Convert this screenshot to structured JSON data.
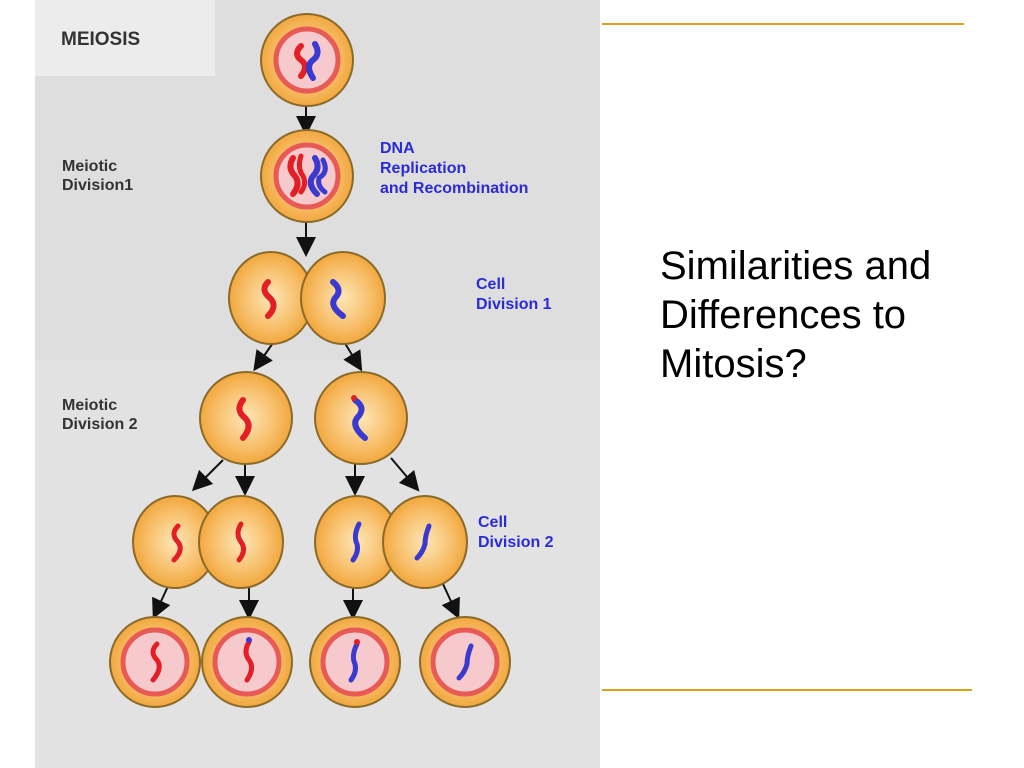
{
  "figure": {
    "title": "MEIOSIS",
    "stage_meiotic_1": [
      "Meiotic",
      "Division1"
    ],
    "stage_meiotic_2": [
      "Meiotic",
      "Division 2"
    ],
    "step_dna": [
      "DNA",
      "Replication",
      "and Recombination"
    ],
    "step_cell_div_1": [
      "Cell",
      "Division 1"
    ],
    "step_cell_div_2": [
      "Cell",
      "Division 2"
    ]
  },
  "slide": {
    "question_lines": [
      "Similarities and",
      "Differences to",
      "Mitosis?"
    ]
  },
  "colors": {
    "panel_bg": "#dedede",
    "title_box": "#ececec",
    "cell_fill": "#f5b04a",
    "cell_border": "#8a6a2a",
    "nucleus_fill": "#f6c9cc",
    "nucleus_ring": "#e85a55",
    "chromosome_red": "#e31e24",
    "chromosome_blue": "#3a3ad0",
    "step_label": "#2b2bd6",
    "rule": "#d9a21c"
  }
}
